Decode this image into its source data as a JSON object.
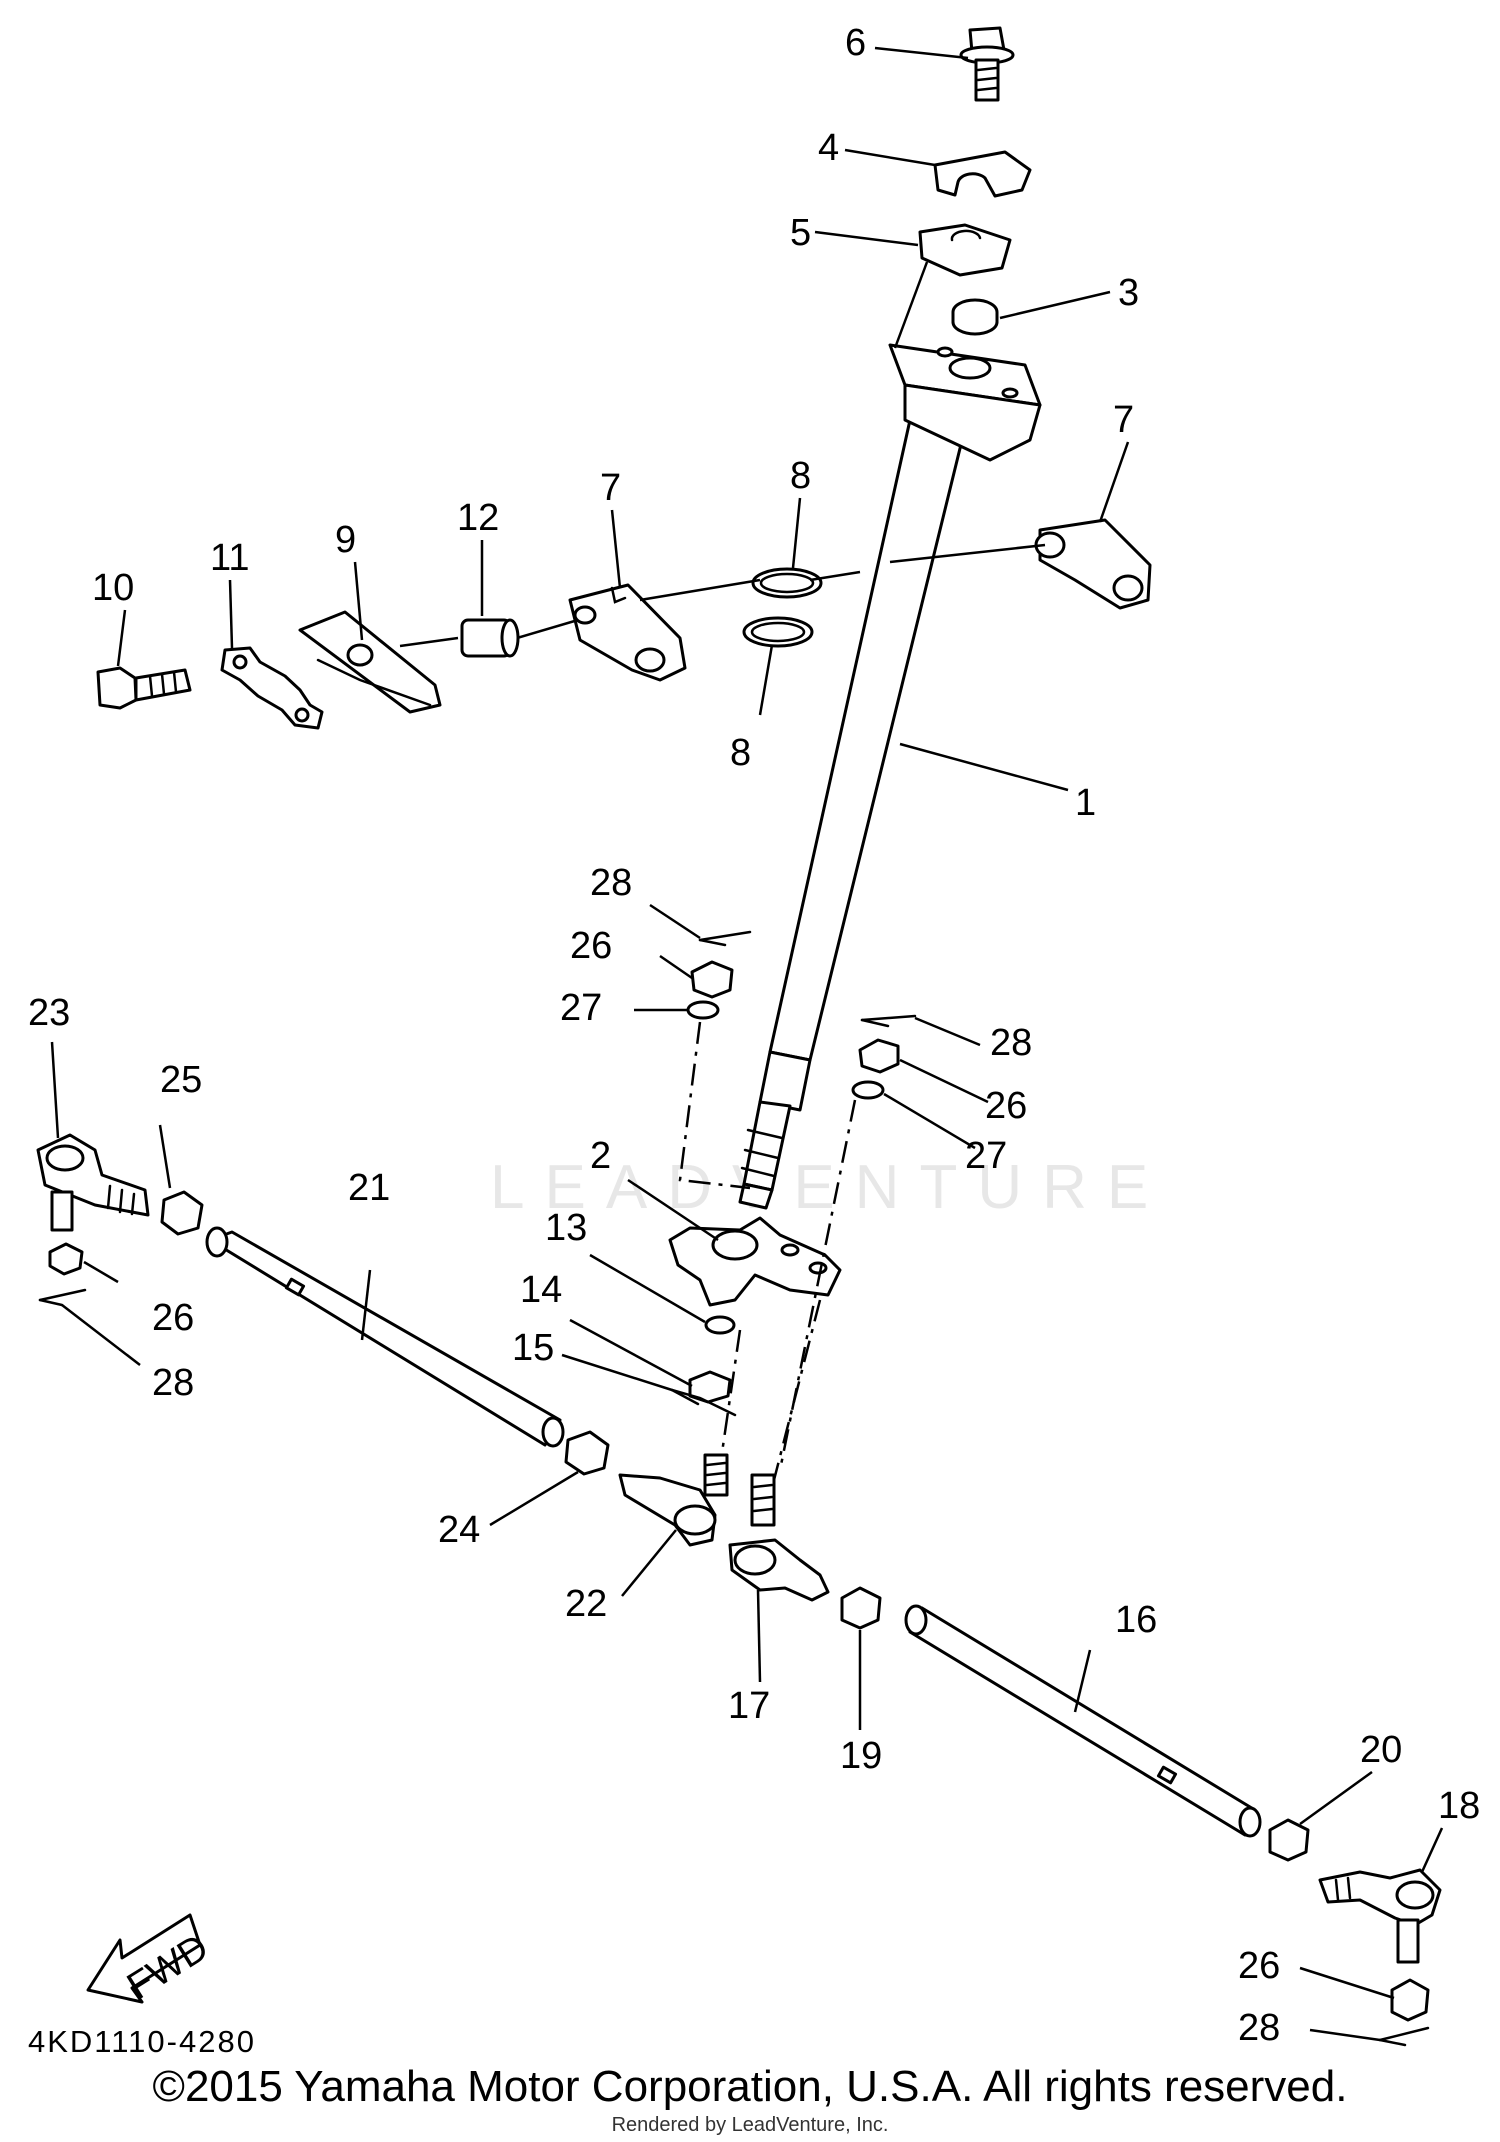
{
  "diagram": {
    "watermark": "LEADVENTURE",
    "fwd_label": "FWD",
    "drawing_code": "4KD1110-4280",
    "callouts": {
      "c1": "1",
      "c2": "2",
      "c3": "3",
      "c4": "4",
      "c5": "5",
      "c6": "6",
      "c7a": "7",
      "c7b": "7",
      "c8a": "8",
      "c8b": "8",
      "c9": "9",
      "c10": "10",
      "c11": "11",
      "c12": "12",
      "c13": "13",
      "c14": "14",
      "c15": "15",
      "c16": "16",
      "c17": "17",
      "c18": "18",
      "c19": "19",
      "c20": "20",
      "c21": "21",
      "c22": "22",
      "c23": "23",
      "c24": "24",
      "c25": "25",
      "c26a": "26",
      "c26b": "26",
      "c26c": "26",
      "c26d": "26",
      "c27a": "27",
      "c27b": "27",
      "c28a": "28",
      "c28b": "28",
      "c28c": "28",
      "c28d": "28"
    }
  },
  "footer": {
    "copyright": "©2015 Yamaha Motor Corporation, U.S.A. All rights reserved.",
    "rendered_by": "Rendered by LeadVenture, Inc."
  }
}
